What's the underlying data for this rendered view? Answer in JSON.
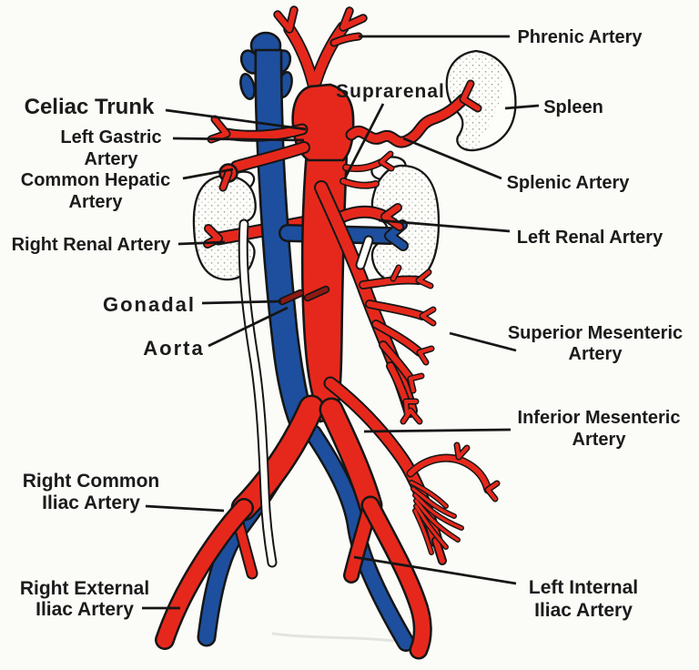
{
  "colors": {
    "artery_red": "#e6281c",
    "vein_blue": "#1d4f9e",
    "outline_black": "#161616",
    "label_text": "#1b1b1b",
    "background": "#fbfbf8",
    "paper_white": "#fdfdfa",
    "gonadal_dark": "#8e1a12"
  },
  "labels": {
    "phrenic_artery": {
      "text": "Phrenic Artery"
    },
    "celiac_trunk": {
      "text": "Celiac Trunk"
    },
    "left_gastric_artery": {
      "line1": "Left Gastric",
      "line2": "Artery"
    },
    "common_hepatic_artery": {
      "line1": "Common Hepatic",
      "line2": "Artery"
    },
    "right_renal_artery": {
      "text": "Right Renal Artery"
    },
    "gonadal": {
      "text": "Gonadal"
    },
    "aorta": {
      "text": "Aorta"
    },
    "suprarenal": {
      "text": "Suprarenal"
    },
    "spleen": {
      "text": "Spleen"
    },
    "splenic_artery": {
      "text": "Splenic Artery"
    },
    "left_renal_artery": {
      "text": "Left Renal Artery"
    },
    "superior_mesenteric_artery": {
      "line1": "Superior Mesenteric",
      "line2": "Artery"
    },
    "inferior_mesenteric_artery": {
      "line1": "Inferior Mesenteric",
      "line2": "Artery"
    },
    "right_common_iliac_artery": {
      "line1": "Right Common",
      "line2": "Iliac Artery"
    },
    "right_external_iliac_artery": {
      "line1": "Right External",
      "line2": "Iliac Artery"
    },
    "left_internal_iliac_artery": {
      "line1": "Left Internal",
      "line2": "Iliac Artery"
    }
  }
}
